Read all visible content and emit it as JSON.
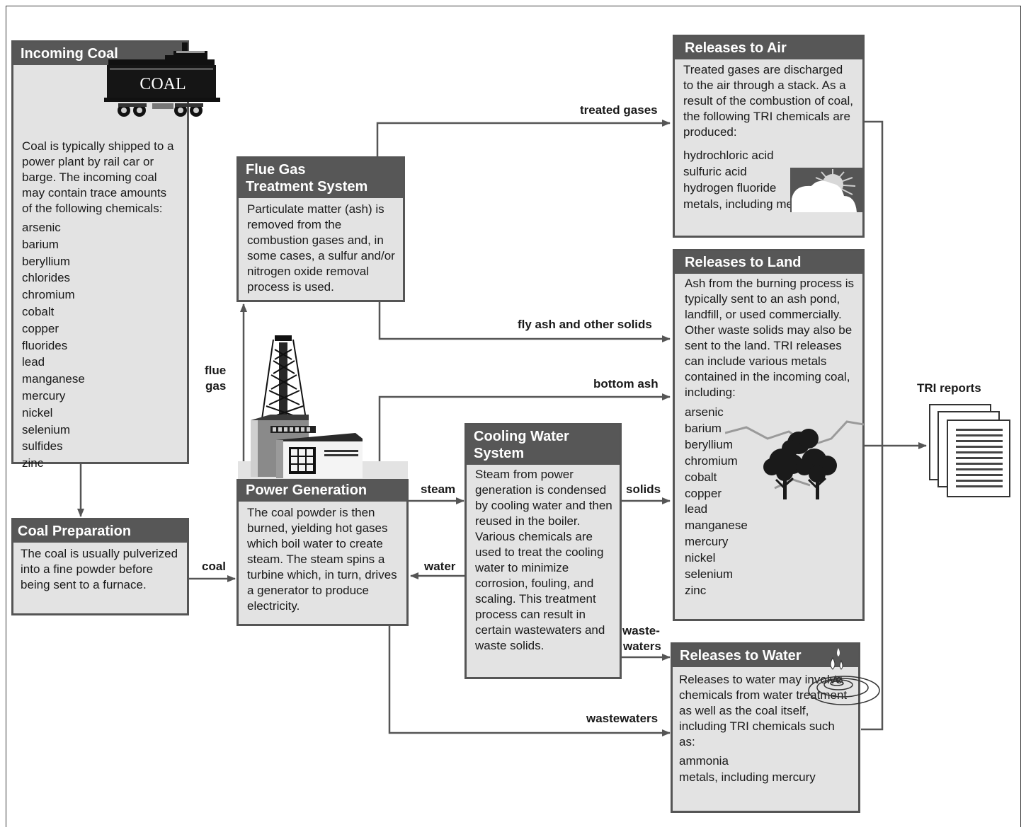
{
  "boxes": {
    "incoming_coal": {
      "title": "Incoming Coal",
      "text": "Coal is typically shipped to a power plant by rail car or barge. The incoming coal may contain trace amounts of the following chemicals:",
      "chemicals": [
        "arsenic",
        "barium",
        "beryllium",
        "chlorides",
        "chromium",
        "cobalt",
        "copper",
        "fluorides",
        "lead",
        "manganese",
        "mercury",
        "nickel",
        "selenium",
        "sulfides",
        "zinc"
      ],
      "rail_car_label": "COAL"
    },
    "coal_preparation": {
      "title": "Coal Preparation",
      "text": "The coal is usually pulverized into a fine powder before being sent to a furnace."
    },
    "flue_gas": {
      "title_line1": "Flue Gas",
      "title_line2": "Treatment System",
      "text": "Particulate matter (ash) is removed from the combustion gases and, in some cases, a sulfur and/or nitrogen oxide removal process is used."
    },
    "power_generation": {
      "title": "Power Generation",
      "text": "The coal powder is then burned, yielding hot gases which boil water to create steam. The steam spins a turbine which, in turn, drives a generator to produce electricity."
    },
    "cooling_water": {
      "title_line1": "Cooling Water",
      "title_line2": "System",
      "text": "Steam from power generation is condensed by cooling water and then reused in the boiler. Various chemicals are used to treat the cooling water to minimize corrosion, fouling, and scaling. This treatment process can result in certain wastewaters and waste solids."
    },
    "releases_air": {
      "title": "Releases to Air",
      "text": "Treated gases are discharged to the air through a stack. As a result of the combustion of coal, the following TRI chemicals are produced:",
      "chemicals": [
        "hydrochloric acid",
        "sulfuric acid",
        "hydrogen fluoride",
        "metals, including mercury"
      ]
    },
    "releases_land": {
      "title": "Releases to Land",
      "text": "Ash from the burning process is typically sent to an ash pond, landfill, or used commercially. Other waste solids may also be sent to the land. TRI releases can include various metals contained in the incoming coal, including:",
      "chemicals": [
        "arsenic",
        "barium",
        "beryllium",
        "chromium",
        "cobalt",
        "copper",
        "lead",
        "manganese",
        "mercury",
        "nickel",
        "selenium",
        "zinc"
      ]
    },
    "releases_water": {
      "title": "Releases to Water",
      "text": "Releases to water may involve chemicals from water treatment as well as the coal itself, including TRI chemicals such as:",
      "chemicals": [
        "ammonia",
        "metals, including mercury"
      ]
    }
  },
  "flow_labels": {
    "treated_gases": "treated gases",
    "fly_ash": "fly ash and other solids",
    "bottom_ash": "bottom ash",
    "flue_gas_1": "flue",
    "flue_gas_2": "gas",
    "coal": "coal",
    "steam": "steam",
    "water": "water",
    "solids": "solids",
    "wastewaters_1": "waste-",
    "wastewaters_2": "waters",
    "wastewaters": "wastewaters",
    "tri_reports": "TRI reports"
  }
}
